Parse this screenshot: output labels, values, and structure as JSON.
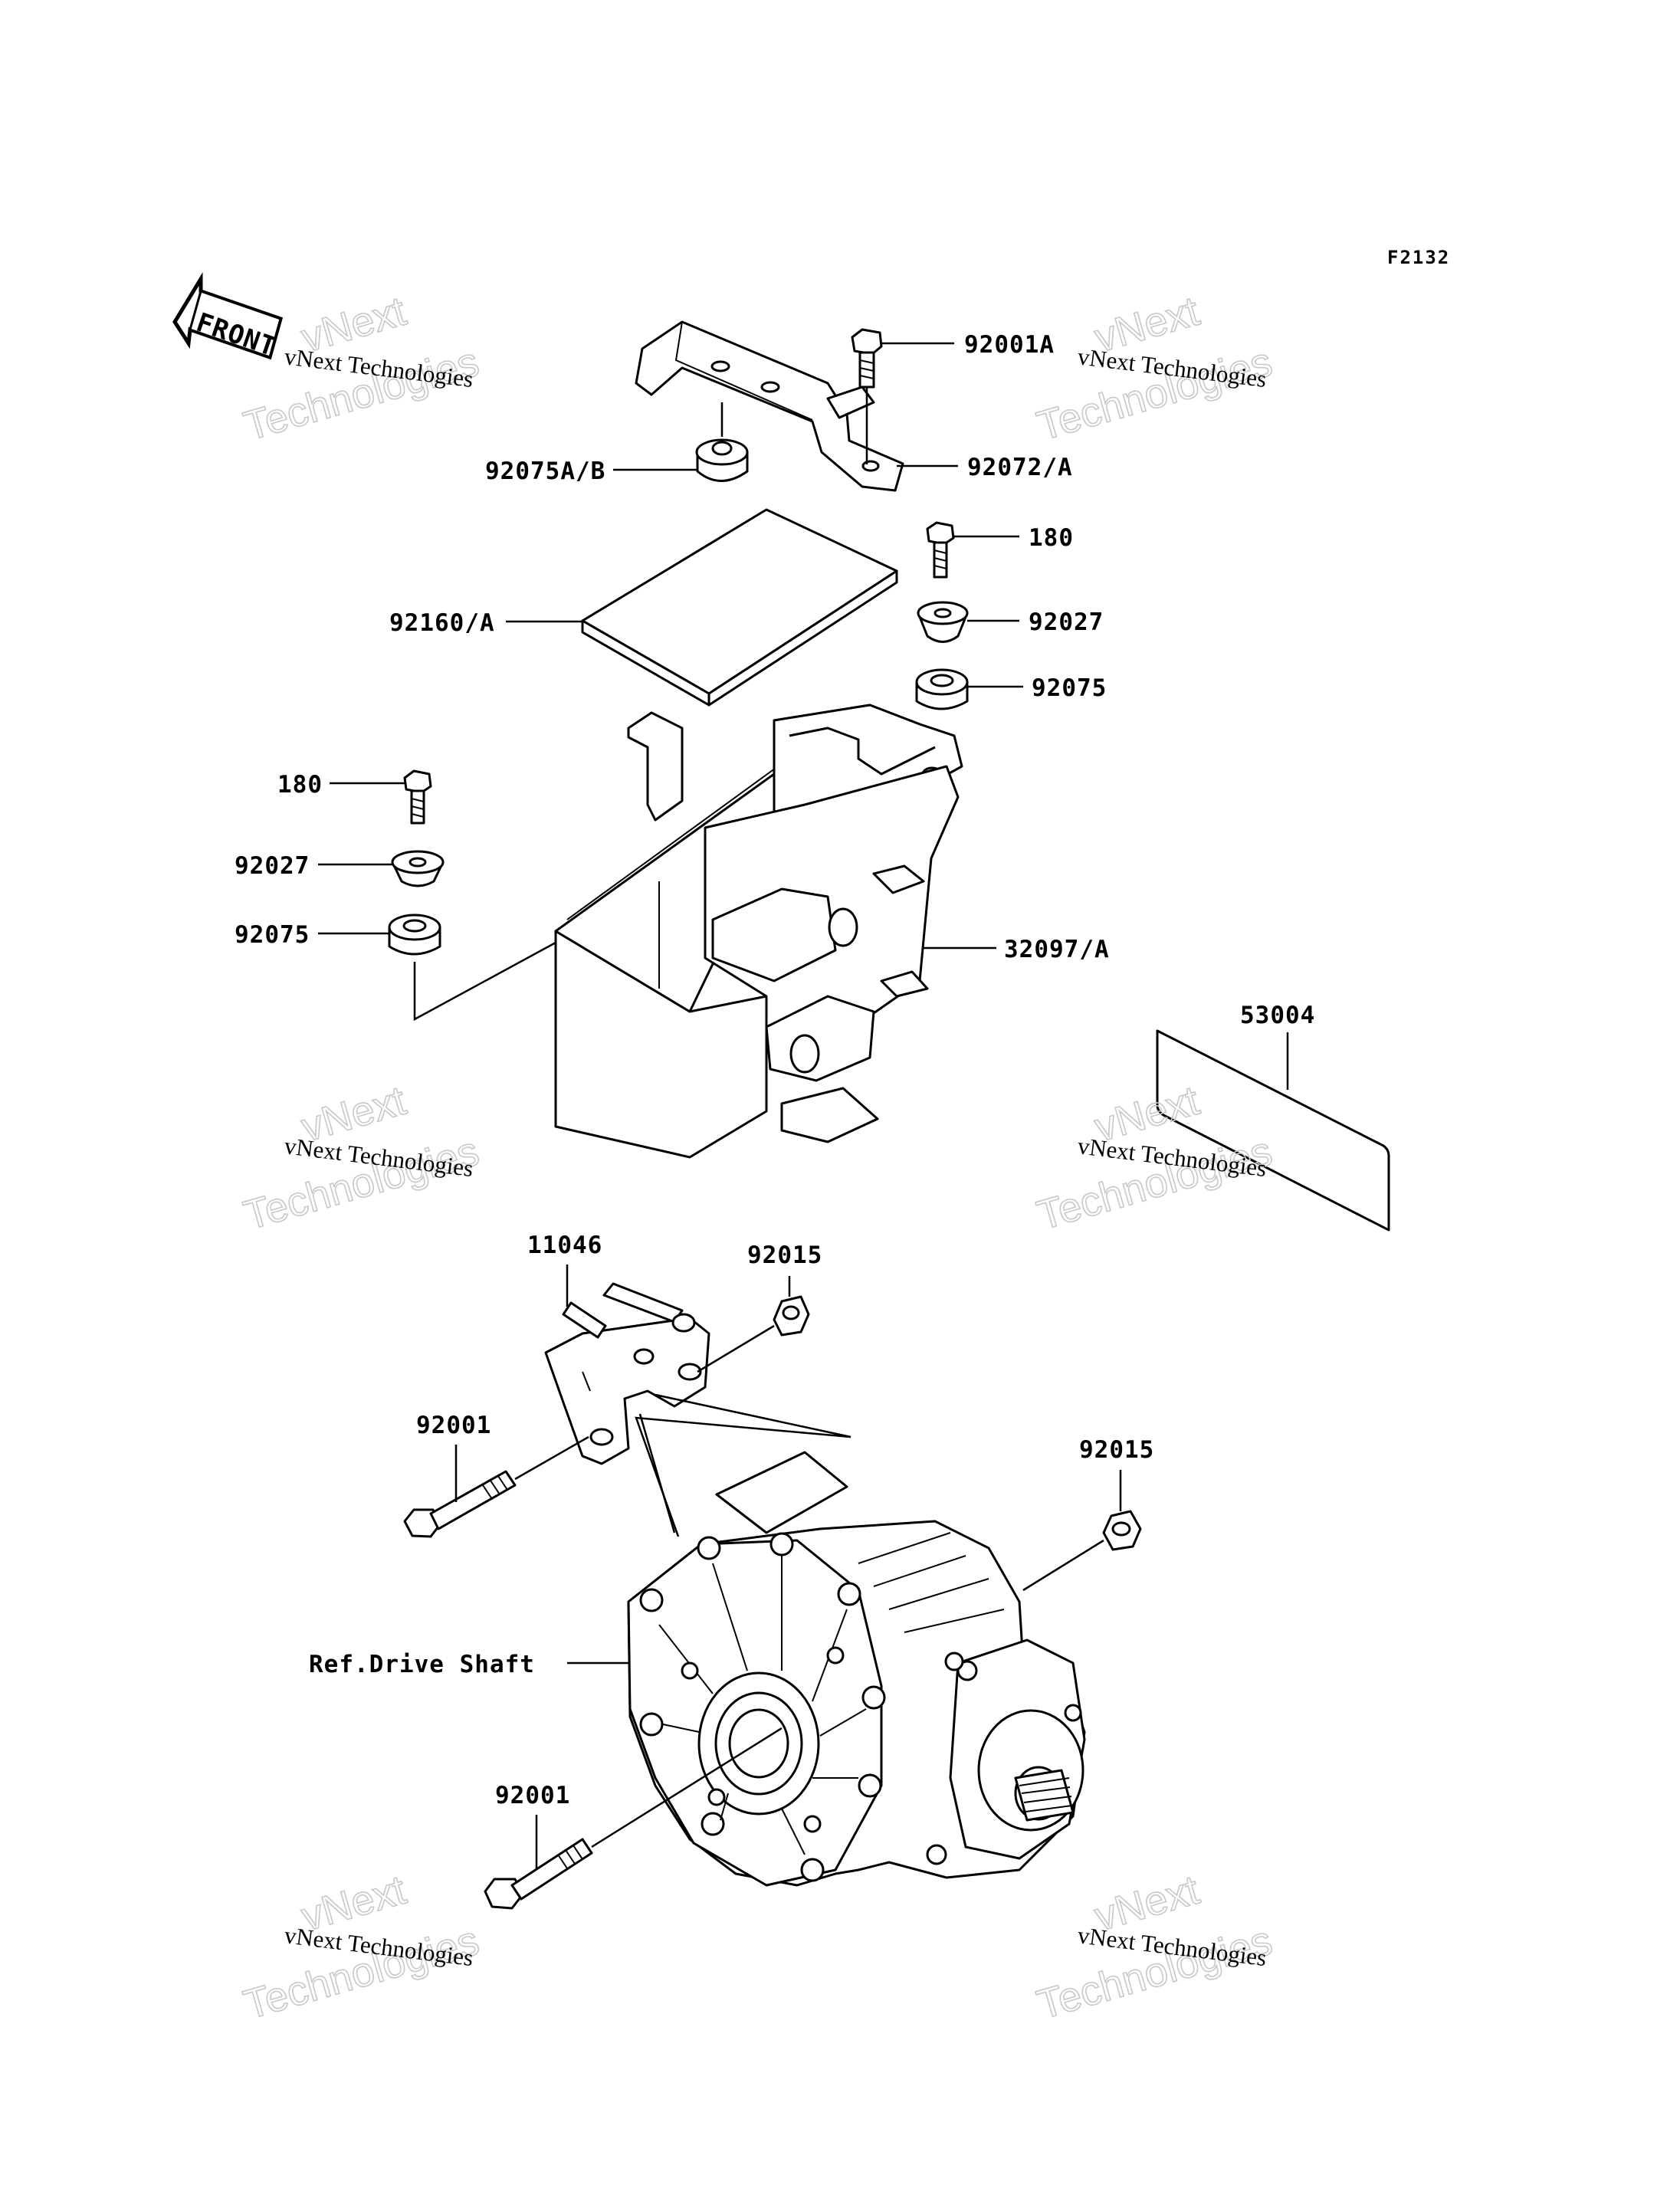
{
  "figure_code": "F2132",
  "front_label": "FRONT",
  "watermark": {
    "company": "vNext Technologies",
    "line1": "vNext",
    "line2": "Technologies"
  },
  "callouts": {
    "p92001A": "92001A",
    "p92075AB": "92075A/B",
    "p92072A": "92072/A",
    "p180_right": "180",
    "p92160A": "92160/A",
    "p92027_right": "92027",
    "p92075_right": "92075",
    "p180_left": "180",
    "p92027_left": "92027",
    "p92075_left": "92075",
    "p32097A": "32097/A",
    "p53004": "53004",
    "p11046": "11046",
    "p92015_top": "92015",
    "p92001_upper": "92001",
    "p92015_right": "92015",
    "ref_drive_shaft": "Ref.Drive Shaft",
    "p92001_lower": "92001"
  }
}
